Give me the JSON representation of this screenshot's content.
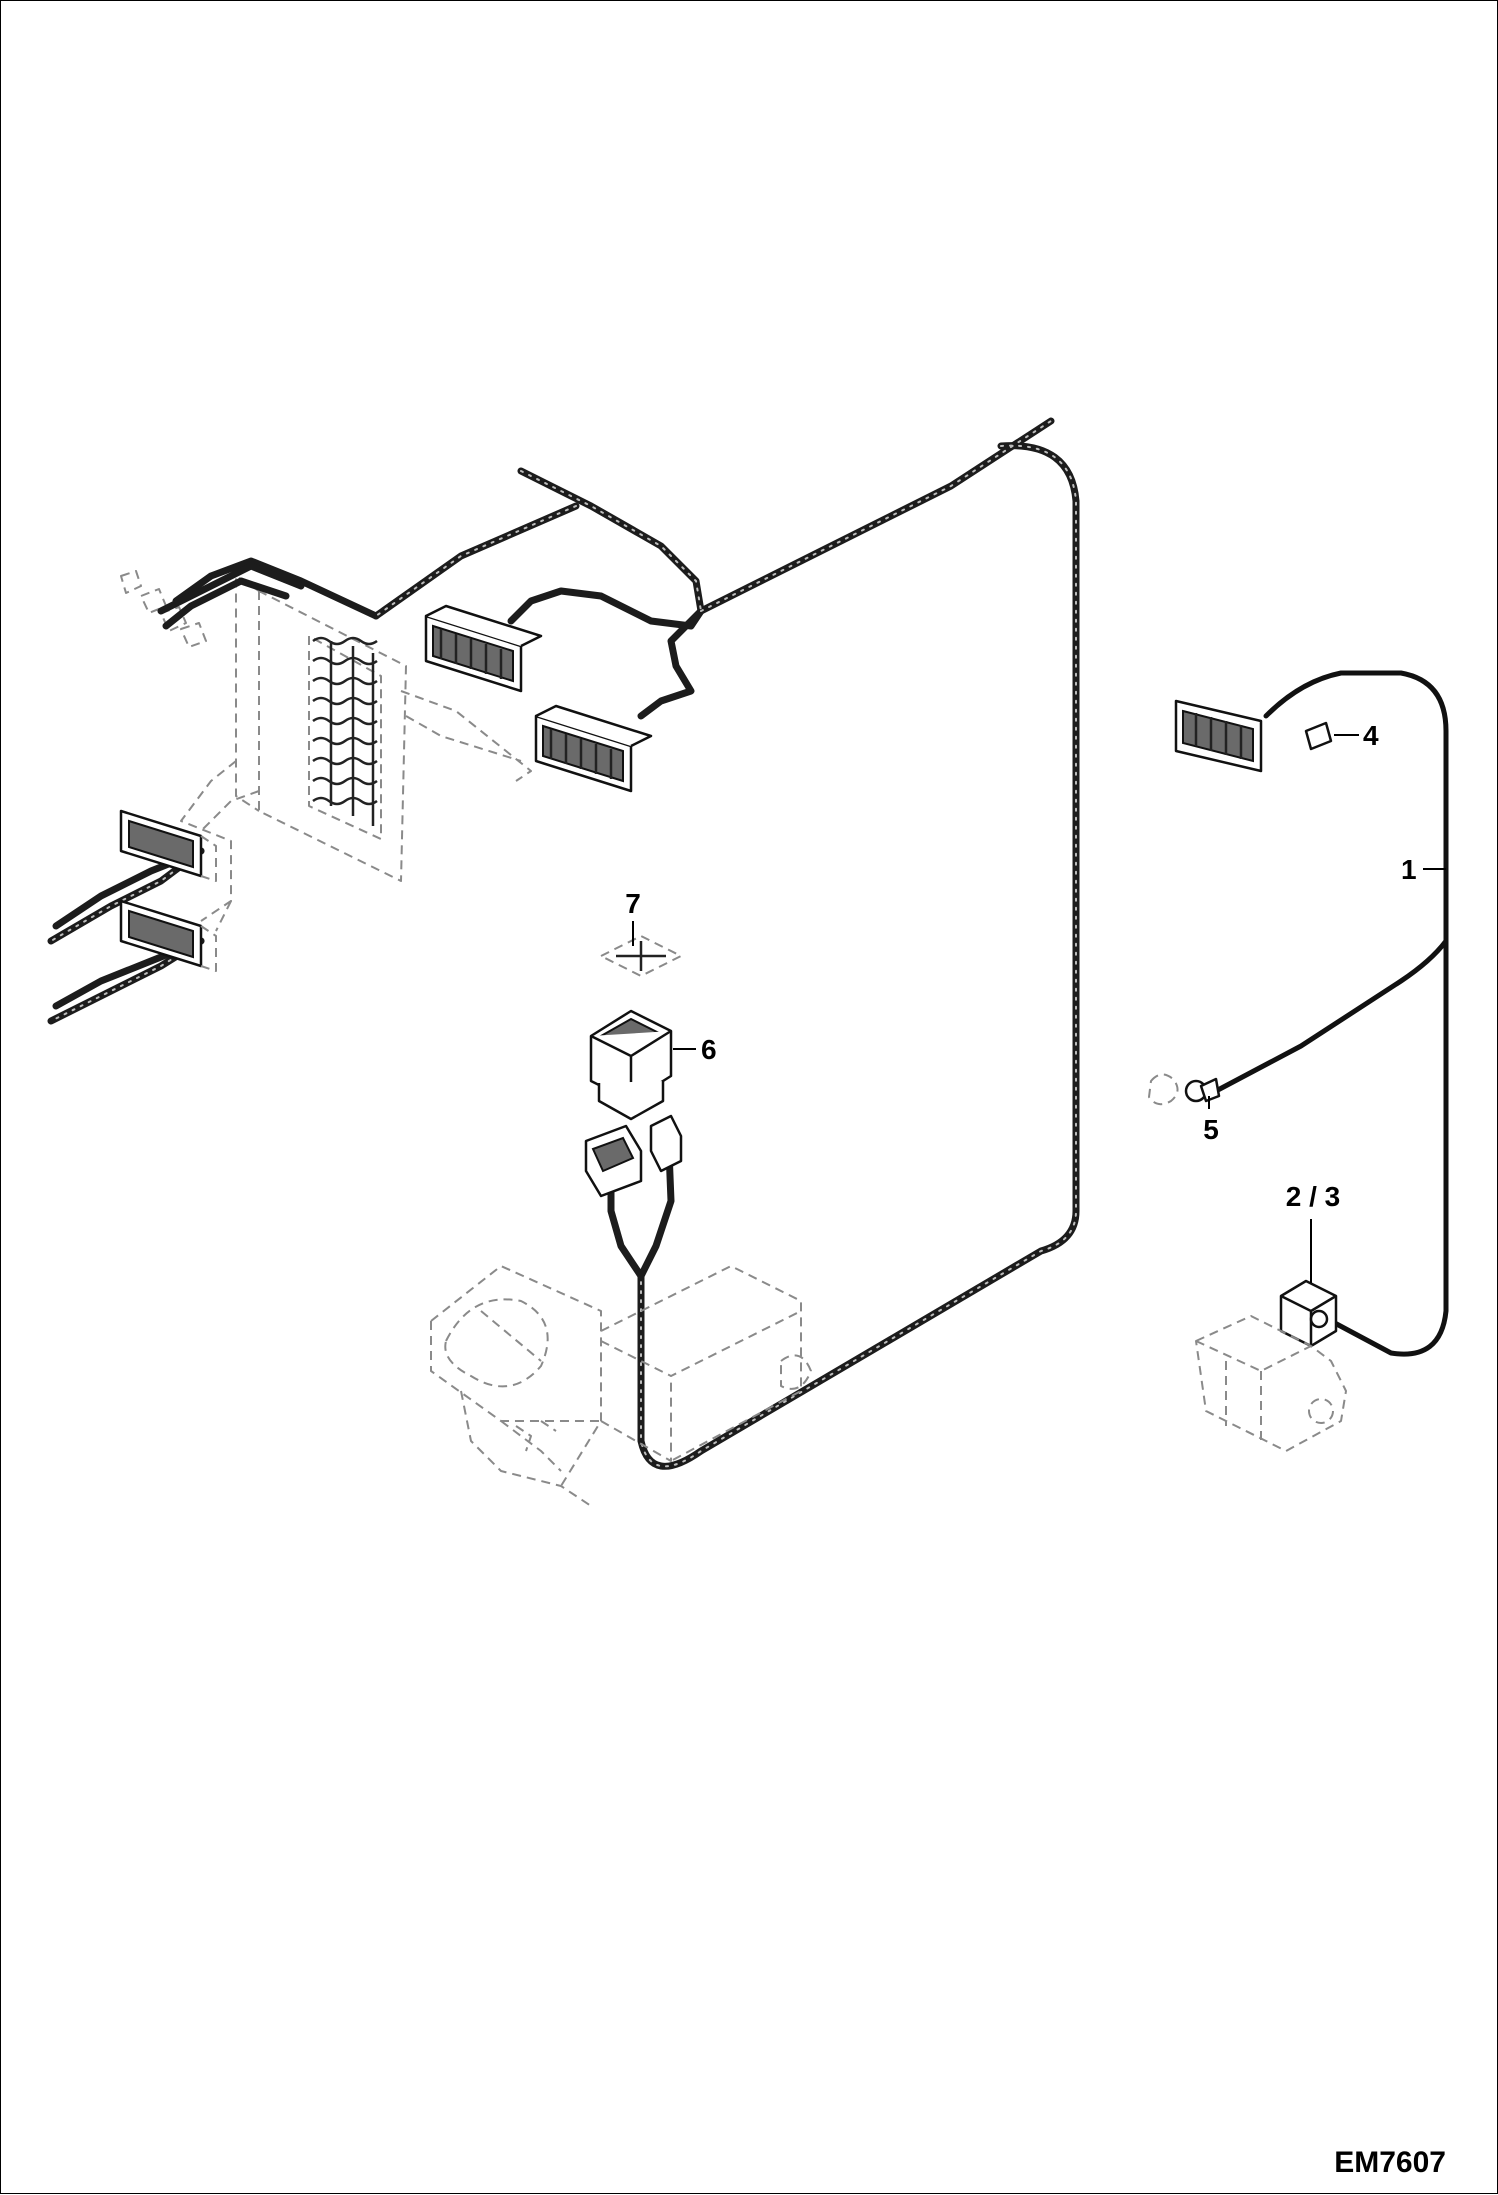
{
  "figure_code": "EM7607",
  "callouts": {
    "c1": "1",
    "c23": "2 / 3",
    "c4": "4",
    "c5": "5",
    "c6": "6",
    "c7": "7"
  }
}
